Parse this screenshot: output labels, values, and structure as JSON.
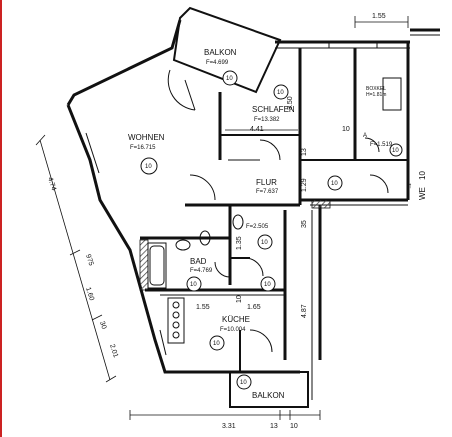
{
  "rooms": {
    "balkon_top": {
      "name": "BALKON",
      "area": "F=4.699",
      "code": "10"
    },
    "wohnen": {
      "name": "WOHNEN",
      "area": "F=16.715",
      "code": "10"
    },
    "schlafen": {
      "name": "SCHLAFEN",
      "area": "F=13.382",
      "code": "10"
    },
    "flur": {
      "name": "FLUR",
      "area": "F=7.637",
      "code": "10"
    },
    "bad": {
      "name": "BAD",
      "area": "F=4.769",
      "code": "10"
    },
    "wc": {
      "area": "F=2.505",
      "code": "10"
    },
    "kueche": {
      "name": "KÜCHE",
      "area": "F=10.004",
      "code": "10"
    },
    "balkon_bottom": {
      "name": "BALKON",
      "code": "10"
    },
    "abstell": {
      "name": "A",
      "area": "F=1.519",
      "code": "10"
    },
    "nachbar": {
      "name": "BOXKEL",
      "area": "H=1.81m"
    },
    "bad_code2": {
      "code": "10"
    },
    "flur_code2": {
      "code": "10"
    }
  },
  "labels": {
    "we": "WE",
    "we_num": "10"
  },
  "dimensions": {
    "top_right": "1.55",
    "schlafen_height": "3.50",
    "schlafen_width": "4.41",
    "wall_10": "10",
    "wall_13": "13",
    "flur_129": "1.29",
    "flur_35": "35",
    "flur_487": "4.87",
    "left_474": "4.74",
    "left_975": "975",
    "left_160": "1.60",
    "left_30": "30",
    "left_201": "2.01",
    "bad_155": "1.55",
    "bad_165": "1.65",
    "bad_10": "10",
    "wc_135": "1.35",
    "bottom_331": "3.31",
    "bottom_13": "13",
    "bottom_10": "10"
  },
  "colors": {
    "accent_edge": "#cc2222",
    "walls": "#111111",
    "hatch": "#444444"
  }
}
